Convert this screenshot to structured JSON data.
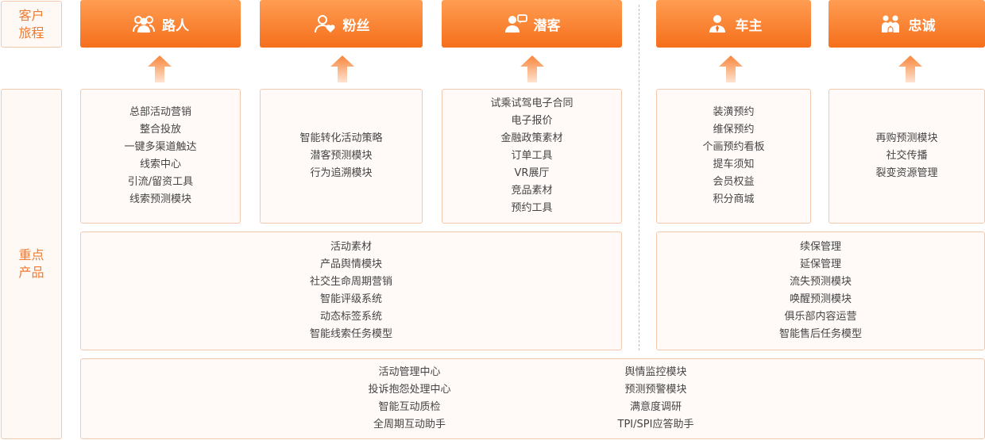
{
  "side": {
    "journey": [
      "客户",
      "旅程"
    ],
    "products": [
      "重点",
      "产品"
    ]
  },
  "stages": [
    {
      "label": "路人",
      "icon": "people-group-icon"
    },
    {
      "label": "粉丝",
      "icon": "person-heart-icon"
    },
    {
      "label": "潜客",
      "icon": "person-chat-icon"
    },
    {
      "label": "车主",
      "icon": "person-tie-icon"
    },
    {
      "label": "忠诚",
      "icon": "family-icon"
    }
  ],
  "stage_products": [
    [
      "总部活动营销",
      "整合投放",
      "一键多渠道触达",
      "线索中心",
      "引流/留资工具",
      "线索预测模块"
    ],
    [
      "智能转化活动策略",
      "潜客预测模块",
      "行为追溯模块"
    ],
    [
      "试乘试驾电子合同",
      "电子报价",
      "金融政策素材",
      "订单工具",
      "VR展厅",
      "竞品素材",
      "预约工具"
    ],
    [
      "装潢预约",
      "维保预约",
      "个画预约看板",
      "提车须知",
      "会员权益",
      "积分商城"
    ],
    [
      "再购预测模块",
      "社交传播",
      "裂变资源管理"
    ]
  ],
  "shared_pre": [
    "活动素材",
    "产品舆情模块",
    "社交生命周期营销",
    "智能评级系统",
    "动态标签系统",
    "智能线索任务模型"
  ],
  "shared_post": [
    "续保管理",
    "延保管理",
    "流失预测模块",
    "唤醒预测模块",
    "俱乐部内容运营",
    "智能售后任务模型"
  ],
  "common": {
    "left": [
      "活动管理中心",
      "投诉抱怨处理中心",
      "智能互动质检",
      "全周期互动助手"
    ],
    "right": [
      "舆情监控模块",
      "预测预警模块",
      "满意度调研",
      "TPI/SPI应答助手"
    ]
  },
  "colors": {
    "accent": "#f56f1c",
    "accent_light": "#ff9d52",
    "border": "#f3c9ad"
  }
}
